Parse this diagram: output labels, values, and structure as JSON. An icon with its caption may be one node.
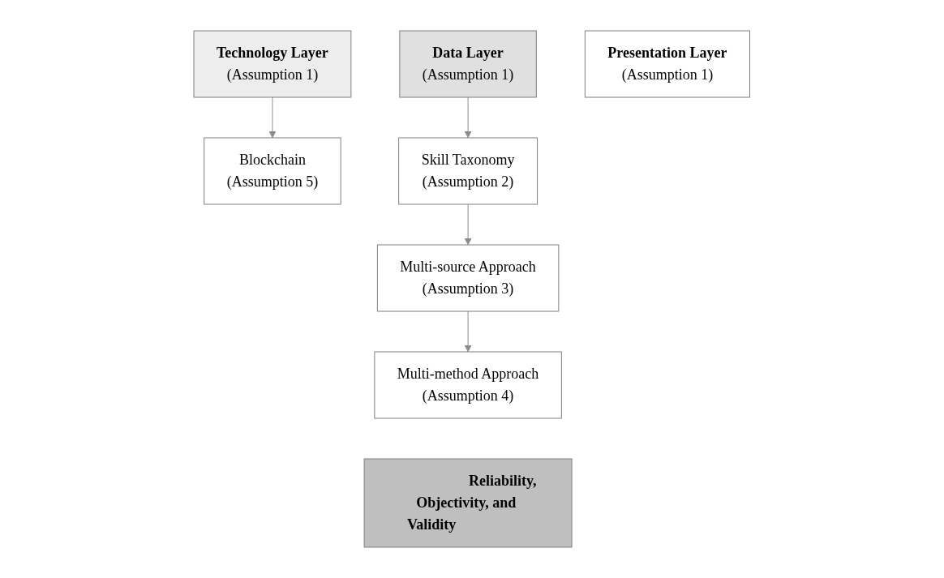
{
  "diagram": {
    "nodes": [
      {
        "text": [
          "Technology Layer",
          "(Assumption 1)"
        ]
      },
      {
        "text": [
          "Data Layer",
          "(Assumption 1)"
        ]
      },
      {
        "text": [
          "Presentation Layer",
          "(Assumption 1)"
        ]
      },
      {
        "text": [
          "Blockchain",
          "(Assumption 5)"
        ]
      },
      {
        "text": [
          "Skill Taxonomy",
          "(Assumption 2)"
        ]
      },
      {
        "text": [
          "Multi-source Approach",
          "(Assumption 3)"
        ]
      },
      {
        "text": [
          "Multi-method Approach",
          "(Assumption 4)"
        ]
      },
      {
        "text": [
          "Reliability, Objectivity, and Validity"
        ]
      }
    ],
    "edges": [
      {
        "from": 0,
        "to": 3,
        "arrow": "to"
      },
      {
        "from": 1,
        "to": 4,
        "arrow": "to"
      },
      {
        "from": 4,
        "to": 5,
        "arrow": "to"
      },
      {
        "from": 5,
        "to": 6,
        "arrow": "to"
      }
    ]
  }
}
